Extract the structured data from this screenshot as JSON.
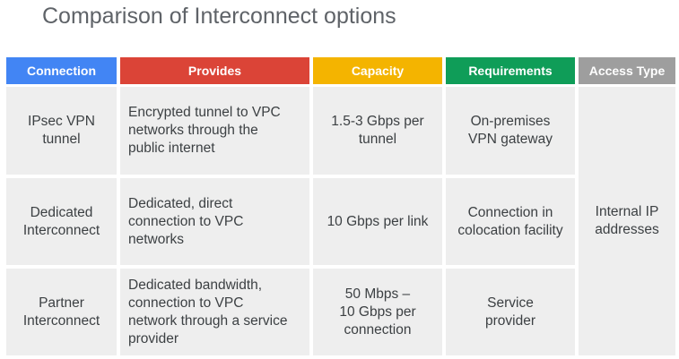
{
  "slide": {
    "title": "Comparison of Interconnect options"
  },
  "table": {
    "columns": [
      {
        "label": "Connection",
        "color": "#4285f4"
      },
      {
        "label": "Provides",
        "color": "#db4437"
      },
      {
        "label": "Capacity",
        "color": "#f4b400"
      },
      {
        "label": "Requirements",
        "color": "#0f9d58"
      },
      {
        "label": "Access Type",
        "color": "#9e9e9e"
      }
    ],
    "rows": [
      {
        "connection": "IPsec VPN\ntunnel",
        "provides": "Encrypted tunnel to VPC\nnetworks through the\npublic internet",
        "capacity": "1.5-3 Gbps per\ntunnel",
        "requirements": "On-premises\nVPN gateway"
      },
      {
        "connection": "Dedicated\nInterconnect",
        "provides": "Dedicated, direct\nconnection to VPC\nnetworks",
        "capacity": "10 Gbps per link",
        "requirements": "Connection in\ncolocation facility"
      },
      {
        "connection": "Partner\nInterconnect",
        "provides": "Dedicated bandwidth,\nconnection to VPC\nnetwork through a service\nprovider",
        "capacity": "50 Mbps –\n10 Gbps per\nconnection",
        "requirements": "Service\nprovider"
      }
    ],
    "access_type": "Internal IP\naddresses"
  }
}
